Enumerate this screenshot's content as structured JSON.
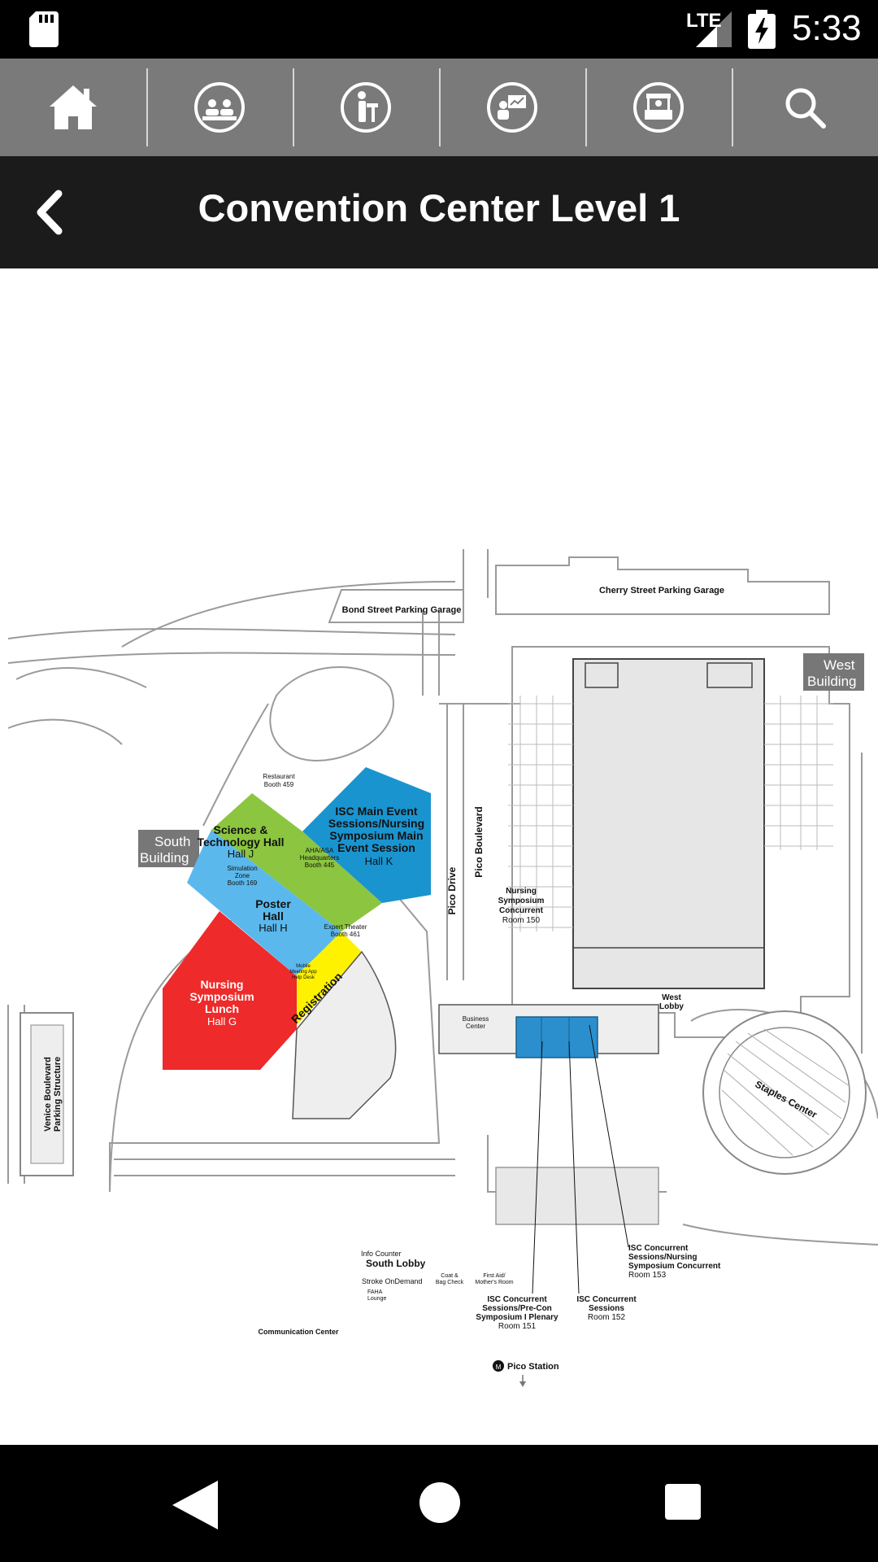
{
  "status_bar": {
    "network": "LTE",
    "time": "5:33"
  },
  "nav_icons": [
    "home-icon",
    "attendees-icon",
    "speaker-icon",
    "presentation-icon",
    "exhibitor-booth-icon",
    "search-icon"
  ],
  "header": {
    "title": "Convention Center Level 1"
  },
  "map": {
    "buildings": {
      "south": [
        "South",
        "Building"
      ],
      "west": [
        "West",
        "Building"
      ],
      "staples": "Staples Center",
      "bond_garage": "Bond Street Parking Garage",
      "cherry_garage": "Cherry Street Parking Garage",
      "venice_structure": [
        "Venice Boulevard",
        "Parking Structure"
      ]
    },
    "streets": {
      "pico_drive": "Pico Drive",
      "pico_blvd": "Pico Boulevard"
    },
    "halls": {
      "isc_main": [
        "ISC Main Event",
        "Sessions/Nursing",
        "Symposium Main",
        "Event Session",
        "Hall K"
      ],
      "science": [
        "Science &",
        "Technology Hall",
        "Hall J"
      ],
      "poster": [
        "Poster",
        "Hall",
        "Hall H"
      ],
      "nursing_lunch": [
        "Nursing",
        "Symposium",
        "Lunch",
        "Hall G"
      ],
      "registration": "Registration"
    },
    "labels": {
      "restaurant": [
        "Restaurant",
        "Booth 459"
      ],
      "simulation": [
        "Simulation",
        "Zone",
        "Booth 169"
      ],
      "aha": [
        "AHA/ASA",
        "Headquarters",
        "Booth 445"
      ],
      "expert": [
        "Expert Theater",
        "Booth 461"
      ],
      "mobile": [
        "Mobile",
        "Meeting App",
        "Help Desk"
      ],
      "nursing_concurrent": [
        "Nursing",
        "Symposium",
        "Concurrent",
        "Room 150"
      ],
      "business": [
        "Business",
        "Center"
      ],
      "west_lobby": [
        "West",
        "Lobby"
      ],
      "isc_concurrent_153": [
        "ISC Concurrent",
        "Sessions/Nursing",
        "Symposium Concurrent",
        "Room 153"
      ],
      "info_counter": "Info Counter",
      "south_lobby": "South Lobby",
      "stroke": "Stroke OnDemand",
      "faha": [
        "FAHA",
        "Lounge"
      ],
      "coat": [
        "Coat &",
        "Bag Check"
      ],
      "first_aid": [
        "First Aid/",
        "Mother's Room"
      ],
      "isc_151": [
        "ISC Concurrent",
        "Sessions/Pre-Con",
        "Symposium I Plenary",
        "Room 151"
      ],
      "isc_152": [
        "ISC Concurrent",
        "Sessions",
        "Room 152"
      ],
      "communication": "Communication Center",
      "pico_station": "Pico Station"
    },
    "colors": {
      "blue": "#1a94cf",
      "green": "#8cc53f",
      "lightblue": "#5bb8ec",
      "red": "#ee2a2a",
      "yellow": "#fff200",
      "gray": "#777777"
    }
  }
}
